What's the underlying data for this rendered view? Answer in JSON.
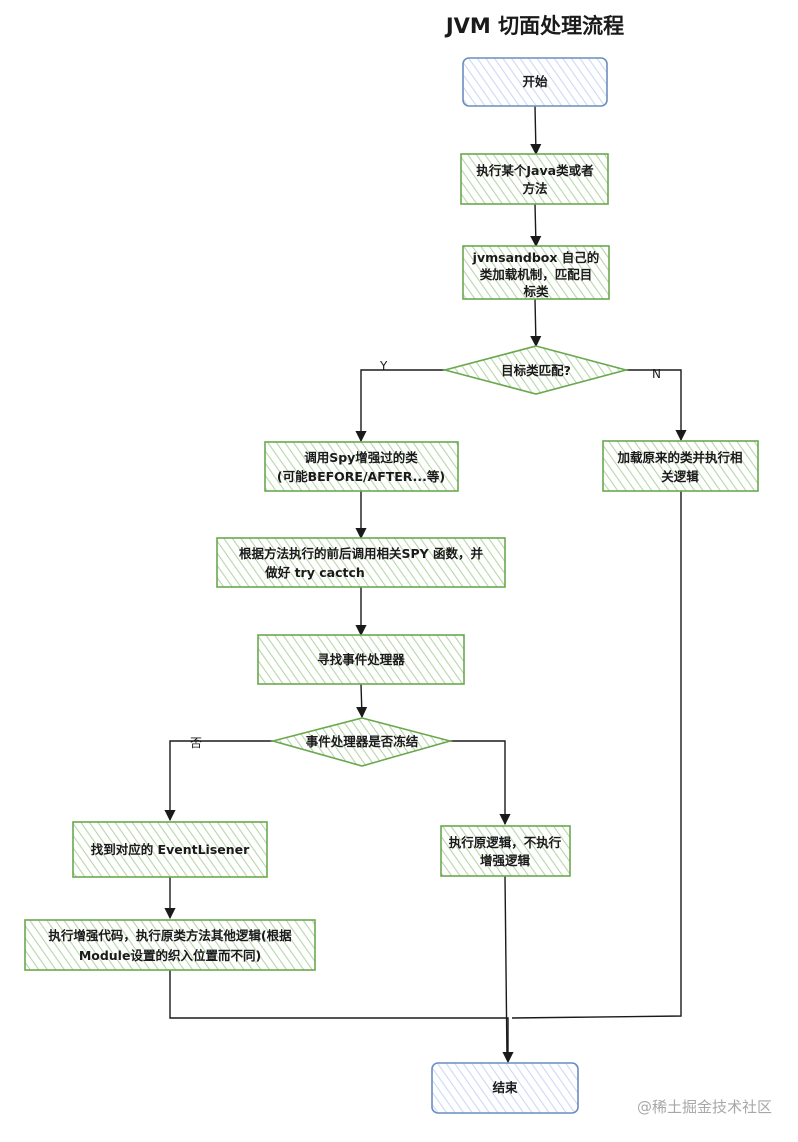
{
  "title": "JVM 切面处理流程",
  "nodes": {
    "start": "开始",
    "exec_method": [
      "执行某个Java类或者",
      "方法"
    ],
    "classloader": [
      "jvmsandbox 自己的",
      "类加载机制，匹配目",
      "标类"
    ],
    "target_match": "目标类匹配?",
    "call_spy": [
      "调用Spy增强过的类",
      "(可能BEFORE/AFTER...等)"
    ],
    "load_original": [
      "加载原来的类并执行相",
      "关逻辑"
    ],
    "spy_functions": [
      "根据方法执行的前后调用相关SPY 函数，并",
      "做好 try cactch"
    ],
    "find_handler": "寻找事件处理器",
    "handler_frozen": "事件处理器是否冻结",
    "find_listener": "找到对应的 EventLisener",
    "exec_original_no_enhance": [
      "执行原逻辑，不执行",
      "增强逻辑"
    ],
    "exec_enhance": [
      "执行增强代码，执行原类方法其他逻辑(根据",
      "Module设置的织入位置而不同)"
    ],
    "end": "结束"
  },
  "edge_labels": {
    "yes_y": "Y",
    "no_n": "N",
    "no_cn": "否"
  },
  "watermark": "@稀土掘金技术社区",
  "colors": {
    "green_stroke": "#6aa84f",
    "green_hatch": "#b6d7a8",
    "blue_stroke": "#6c8ebf",
    "blue_hatch": "#c9daf8"
  }
}
